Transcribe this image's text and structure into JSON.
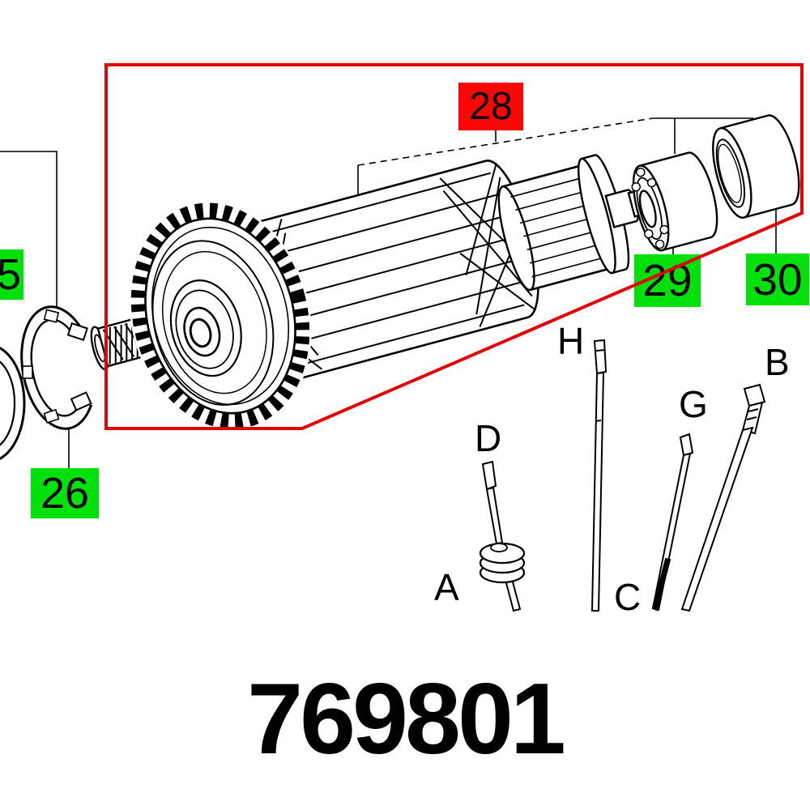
{
  "diagram": {
    "tags": {
      "selected": {
        "text": "28",
        "bg_color": "#fb0505"
      },
      "left_partial": {
        "text": "5",
        "bg_color": "#00e00a"
      },
      "circlip": {
        "text": "26",
        "bg_color": "#00e00a"
      },
      "bearing_left": {
        "text": "29",
        "bg_color": "#00e00a"
      },
      "bearing_right": {
        "text": "30",
        "bg_color": "#00e00a"
      }
    },
    "tool_letters": {
      "d": "D",
      "h": "H",
      "g": "G",
      "b": "B",
      "a": "A",
      "c": "C"
    }
  },
  "footer": {
    "part_number": "769801"
  },
  "colors": {
    "highlight_red": "#fb0505",
    "highlight_green": "#00e00a",
    "selection_outline_red": "#e30505",
    "line_black": "#000000",
    "background": "#ffffff"
  }
}
